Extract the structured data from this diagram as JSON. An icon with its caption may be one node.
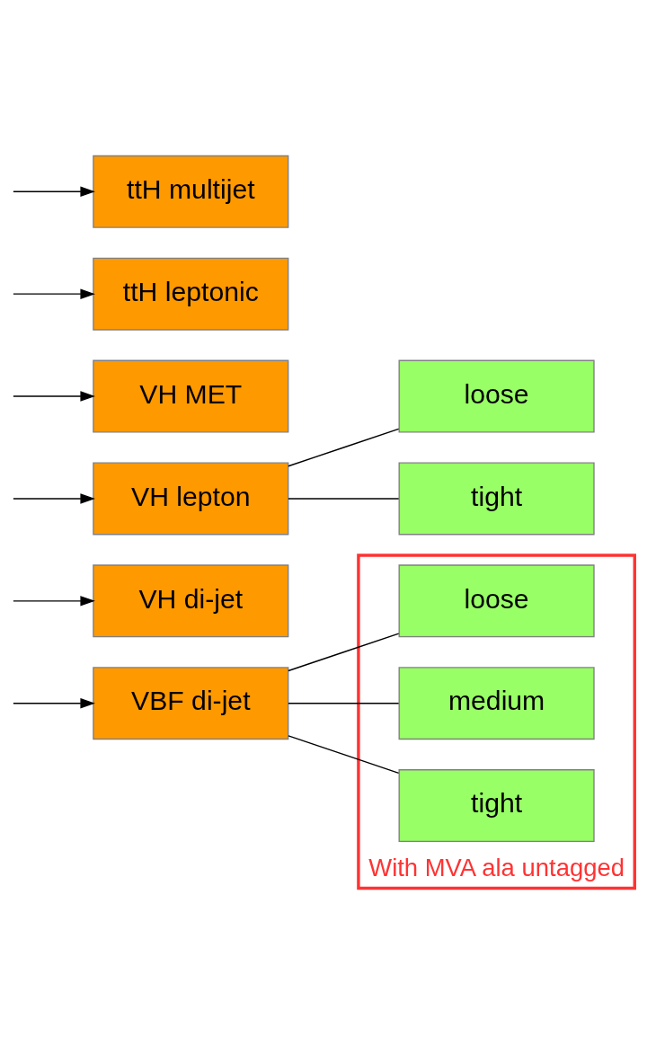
{
  "diagram": {
    "nodes": [
      {
        "text": [
          "VBF di-jet"
        ]
      },
      {
        "text": [
          "With MVA ala untagged"
        ]
      },
      {
        "text": [
          "loose"
        ],
        "in": 1
      },
      {
        "text": [
          "medium"
        ],
        "in": 1
      },
      {
        "text": [
          "tight"
        ],
        "in": 1
      },
      {
        "text": [
          "VH di-jet"
        ]
      },
      {
        "text": [
          "VH lepton"
        ]
      },
      {
        "text": [
          "loose"
        ]
      },
      {
        "text": [
          "tight"
        ]
      },
      {
        "text": [
          "VH MET"
        ]
      },
      {
        "text": [
          "ttH leptonic"
        ]
      },
      {
        "text": [
          "ttH multijet"
        ]
      }
    ],
    "edges": [
      {
        "from": null,
        "to": 0,
        "arrow": "to"
      },
      {
        "from": 0,
        "to": 2,
        "arrow": "none"
      },
      {
        "from": 0,
        "to": 3,
        "arrow": "none"
      },
      {
        "from": 0,
        "to": 4,
        "arrow": "none"
      },
      {
        "from": null,
        "to": 5,
        "arrow": "to"
      },
      {
        "from": null,
        "to": 6,
        "arrow": "to"
      },
      {
        "from": 6,
        "to": 7,
        "arrow": "none"
      },
      {
        "from": 6,
        "to": 8,
        "arrow": "none"
      },
      {
        "from": null,
        "to": 9,
        "arrow": "to"
      },
      {
        "from": null,
        "to": 10,
        "arrow": "to"
      },
      {
        "from": null,
        "to": 11,
        "arrow": "to"
      }
    ]
  }
}
